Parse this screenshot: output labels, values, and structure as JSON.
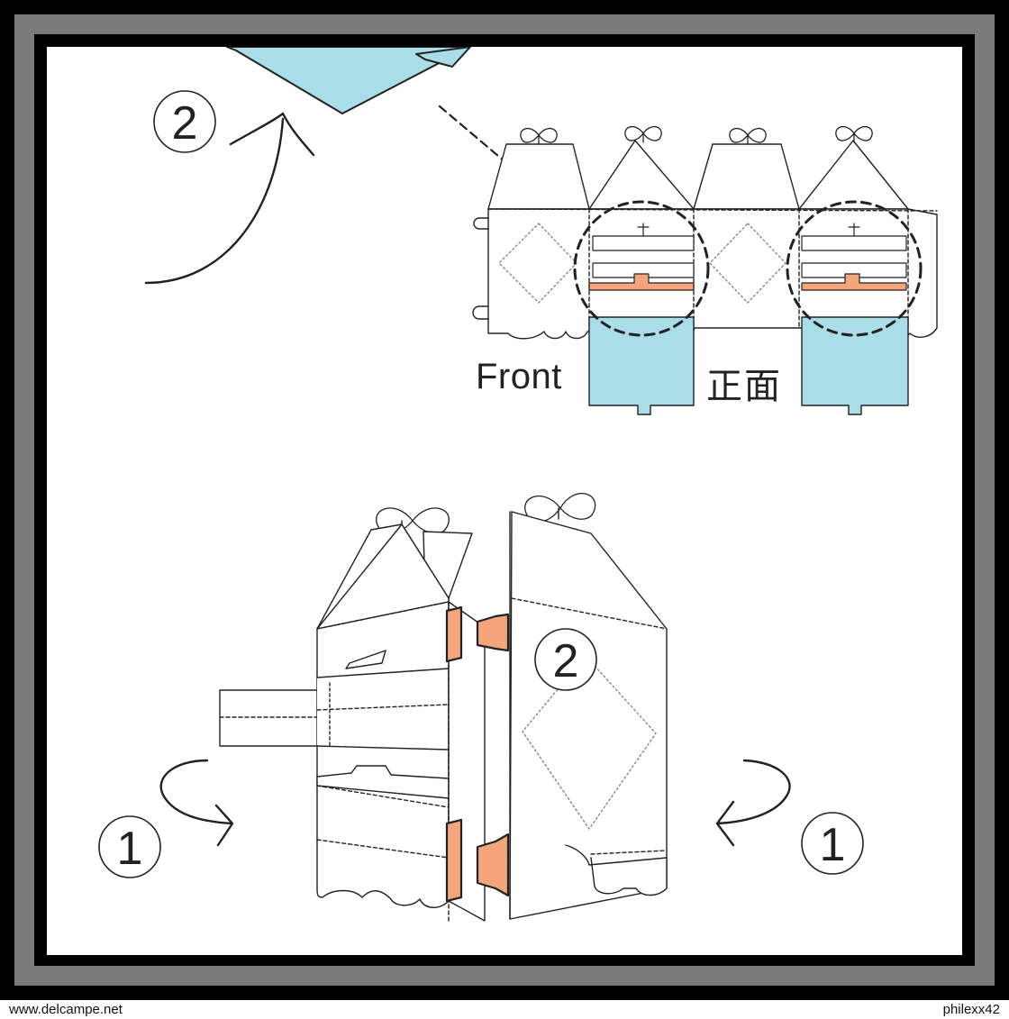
{
  "labels": {
    "front_en": "Front",
    "front_jp": "正面"
  },
  "steps": {
    "top_step": "2",
    "bottom_step_center": "2",
    "bottom_step_left": "1",
    "bottom_step_right": "1"
  },
  "footer": {
    "left": "www.delcampe.net",
    "right": "philexx42"
  },
  "colors": {
    "frame_black": "#000000",
    "frame_gray": "#7a7a7a",
    "panel_blue": "#a9dde8",
    "tab_orange": "#f4a57c"
  }
}
